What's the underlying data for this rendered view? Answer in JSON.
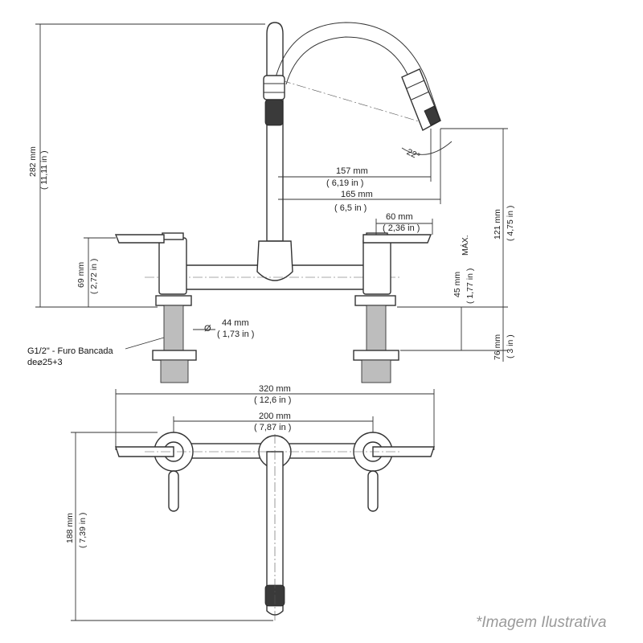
{
  "dimensions": {
    "total_height": {
      "mm": "282 mm",
      "in": "( 11,11 in )"
    },
    "spout_reach_157": {
      "mm": "157 mm",
      "in": "( 6,19 in )"
    },
    "spout_reach_165": {
      "mm": "165 mm",
      "in": "( 6,5 in )"
    },
    "lever_length": {
      "mm": "60 mm",
      "in": "( 2,36 in )"
    },
    "spout_outlet_height": {
      "mm": "121 mm",
      "in": "( 4,75 in )"
    },
    "body_height": {
      "mm": "69 mm",
      "in": "( 2,72 in )"
    },
    "max_thickness": {
      "label": "MÁX.",
      "mm": "45 mm",
      "in": "( 1,77 in )"
    },
    "base_diameter": {
      "symbol": "Ø",
      "mm": "44 mm",
      "in": "( 1,73 in )"
    },
    "shank_length": {
      "mm": "76 mm",
      "in": "( 3 in )"
    },
    "total_width": {
      "mm": "320 mm",
      "in": "( 12,6 in )"
    },
    "center_distance": {
      "mm": "200 mm",
      "in": "( 7,87 in )"
    },
    "depth": {
      "mm": "188 mm",
      "in": "( 7,39 in )"
    },
    "swivel_angle": "22°"
  },
  "notes": {
    "thread_line1": "G1/2\" - Furo Bancada",
    "thread_line2": "de⌀25+3"
  },
  "caption": "*Imagem Ilustrativa"
}
